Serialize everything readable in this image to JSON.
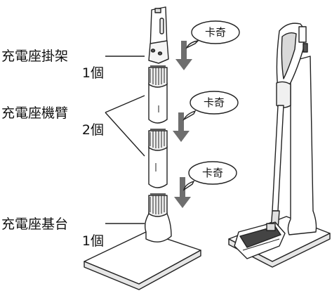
{
  "parts": [
    {
      "name": "充電座掛架",
      "qty": "1個"
    },
    {
      "name": "充電座機臂",
      "qty": "2個"
    },
    {
      "name": "充電座基台",
      "qty": "1個"
    }
  ],
  "callouts": [
    "卡奇",
    "卡奇",
    "卡奇"
  ],
  "colors": {
    "line": "#222222",
    "arrow": "#6e6e6e",
    "fill": "#ffffff",
    "shade": "#d9d9d9"
  }
}
